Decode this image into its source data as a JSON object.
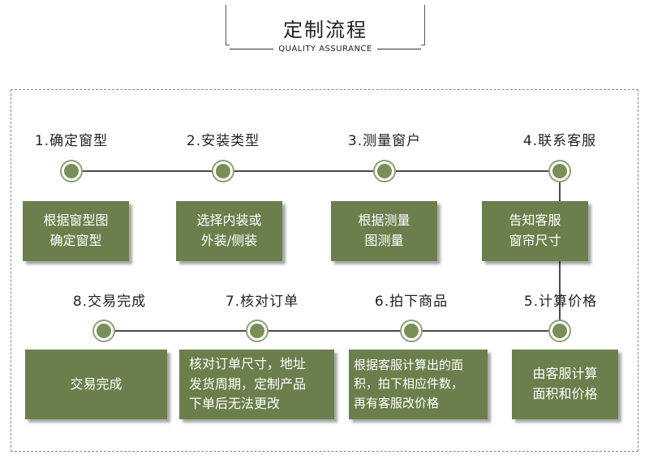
{
  "header": {
    "title": "定制流程",
    "subtitle": "QUALITY ASSURANCE"
  },
  "steps": [
    {
      "label": "1.确定窗型",
      "box": "根据窗型图\n确定窗型"
    },
    {
      "label": "2.安装类型",
      "box": "选择内装或\n外装/侧装"
    },
    {
      "label": "3.测量窗户",
      "box": "根据测量\n图测量"
    },
    {
      "label": "4.联系客服",
      "box": "告知客服\n窗帘尺寸"
    },
    {
      "label": "5.计算价格",
      "box": "由客服计算\n面积和价格"
    },
    {
      "label": "6.拍下商品",
      "box": "根据客服计算出的面\n积，拍下相应件数，\n再有客服改价格"
    },
    {
      "label": "7.核对订单",
      "box": "核对订单尺寸，地址\n发货周期，定制产品\n下单后无法更改"
    },
    {
      "label": "8.交易完成",
      "box": "交易完成"
    }
  ],
  "colors": {
    "box_fill": "#6b7f4c",
    "node_dot": "#7a8f58",
    "node_ring": "#8fa07a",
    "line": "#4a4a4a"
  }
}
